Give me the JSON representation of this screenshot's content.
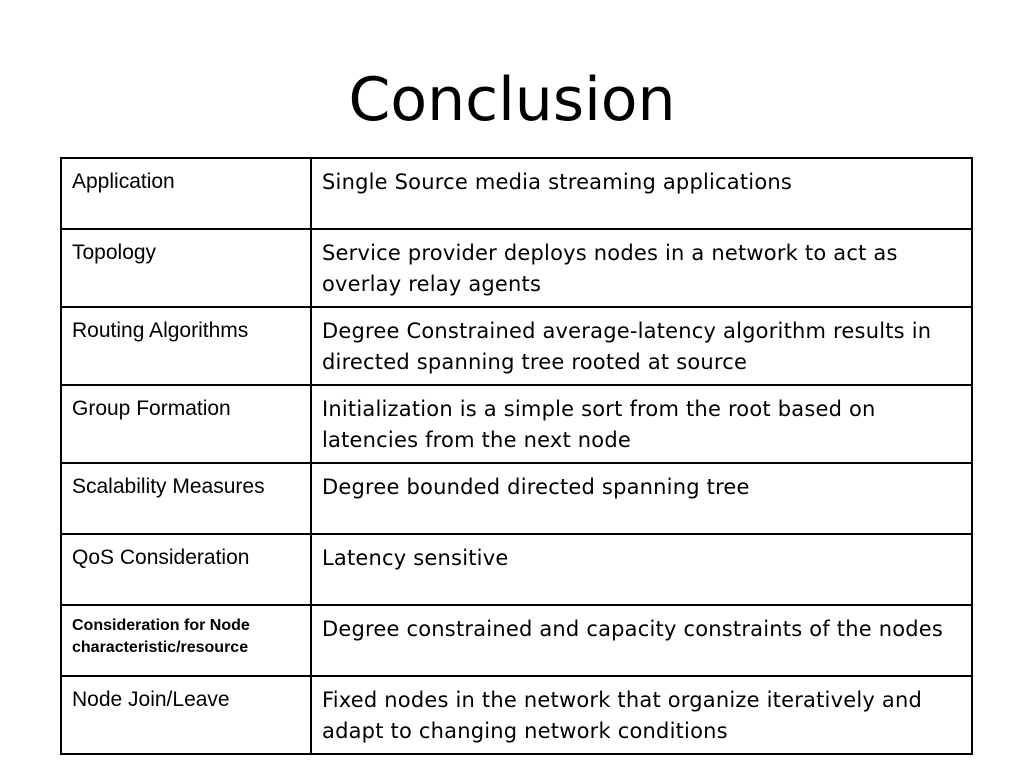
{
  "slide": {
    "title": "Conclusion"
  },
  "table": {
    "rows": [
      {
        "label": "Application",
        "value": "Single Source media streaming applications"
      },
      {
        "label": "Topology",
        "value": "Service provider deploys nodes in a network to act as overlay relay agents"
      },
      {
        "label": "Routing Algorithms",
        "value": "Degree Constrained average-latency algorithm results in directed spanning tree rooted at source"
      },
      {
        "label": "Group Formation",
        "value": "Initialization is a simple sort from the root based on latencies from the next node"
      },
      {
        "label": "Scalability Measures",
        "value": "Degree bounded directed spanning tree"
      },
      {
        "label": "QoS Consideration",
        "value": "Latency sensitive"
      },
      {
        "label": "Consideration for Node characteristic/resource",
        "value": "Degree constrained and capacity constraints of the nodes"
      },
      {
        "label": "Node Join/Leave",
        "value": "Fixed nodes in the network that organize iteratively and adapt to changing network conditions"
      }
    ]
  }
}
